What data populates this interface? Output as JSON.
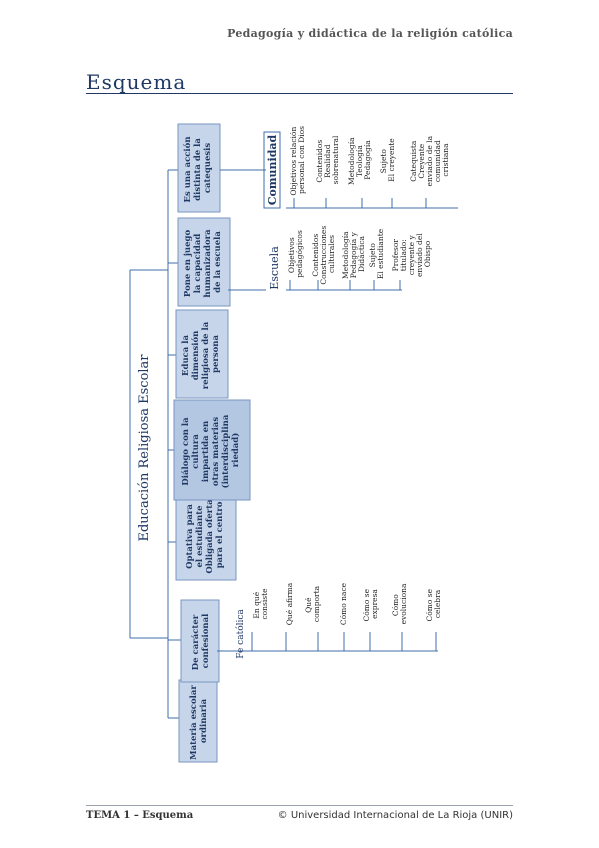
{
  "header": {
    "title": "Pedagogía y didáctica de la religión católica"
  },
  "page_title": "Esquema",
  "footer": {
    "left": "TEMA 1 – Esquema",
    "right": "© Universidad Internacional de La Rioja (UNIR)"
  },
  "diagram": {
    "main": "Educación Religiosa Escolar",
    "branches": [
      {
        "lines": [
          "Materia escolar",
          "ordinaria"
        ]
      },
      {
        "lines": [
          "De carácter",
          "confesional"
        ]
      },
      {
        "lines": [
          "Optativa para",
          "el estudiante",
          "Obligada oferta",
          "para el centro"
        ]
      },
      {
        "lines": [
          "Diálogo con la",
          "cultura",
          "impartida en",
          "otras materias",
          "(interdisciplina",
          "riedad)"
        ]
      },
      {
        "lines": [
          "Educa la",
          "dimensión",
          "religiosa de la",
          "persona"
        ]
      },
      {
        "lines": [
          "Pone en juego",
          "la capacidad",
          "humanizadora",
          "de la escuela"
        ]
      },
      {
        "lines": [
          "Es una acción",
          "distinta de la",
          "catequesis"
        ]
      }
    ],
    "fe": {
      "label": "Fe católica",
      "items": [
        {
          "lines": [
            "En qué",
            "consiste"
          ]
        },
        {
          "lines": [
            "Qué afirma"
          ]
        },
        {
          "lines": [
            "Qué",
            "comporta"
          ]
        },
        {
          "lines": [
            "Cómo nace"
          ]
        },
        {
          "lines": [
            "Cómo se",
            "expresa"
          ]
        },
        {
          "lines": [
            "Cómo",
            "evoluciona"
          ]
        },
        {
          "lines": [
            "Cómo se",
            "celebra"
          ]
        }
      ]
    },
    "escuela": {
      "label": "Escuela",
      "items": [
        {
          "lines": [
            "Objetivos",
            "pedagógicos"
          ]
        },
        {
          "lines": [
            "Contenidos",
            "Construcciones",
            "culturales"
          ]
        },
        {
          "lines": [
            "Metodología",
            "Pedagogía y",
            "Didáctica"
          ]
        },
        {
          "lines": [
            "Sujeto",
            "El estudiante"
          ]
        },
        {
          "lines": [
            "Profesor",
            "titulado:",
            "creyente y",
            "enviado del",
            "Obispo"
          ]
        }
      ]
    },
    "comunidad": {
      "label": "Comunidad",
      "items": [
        {
          "lines": [
            "Objetivos relación",
            "personal con Dios"
          ]
        },
        {
          "lines": [
            "Contenidos",
            "Realidad",
            "sobrenatural"
          ]
        },
        {
          "lines": [
            "Metodología",
            "Teología",
            "Pedagogía"
          ]
        },
        {
          "lines": [
            "Sujeto",
            "El creyente"
          ]
        },
        {
          "lines": [
            "Catequista",
            "Creyente",
            "enviado de la",
            "comunidad",
            "cristiana"
          ]
        }
      ]
    }
  }
}
